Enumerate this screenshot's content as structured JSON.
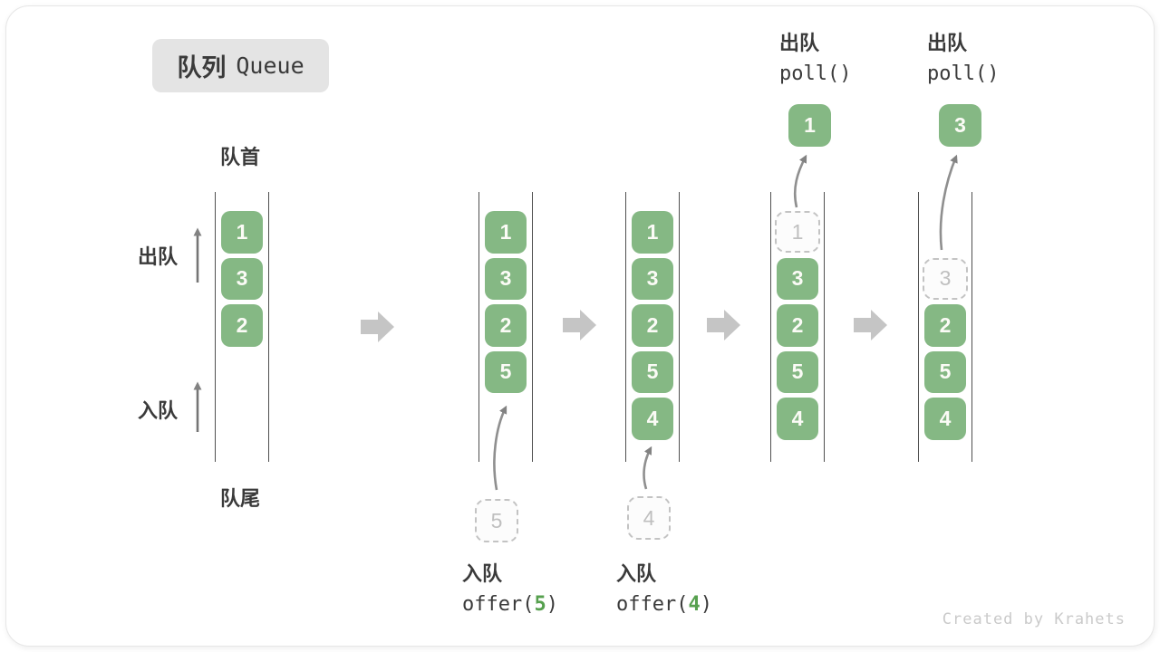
{
  "title": {
    "zh": "队列",
    "en": "Queue"
  },
  "labels": {
    "front": "队首",
    "rear": "队尾",
    "dequeue": "出队",
    "enqueue": "入队"
  },
  "states": [
    {
      "cells": [
        {
          "v": "1"
        },
        {
          "v": "3"
        },
        {
          "v": "2"
        }
      ]
    },
    {
      "cells": [
        {
          "v": "1"
        },
        {
          "v": "3"
        },
        {
          "v": "2"
        },
        {
          "v": "5"
        }
      ],
      "pending": "5"
    },
    {
      "cells": [
        {
          "v": "1"
        },
        {
          "v": "3"
        },
        {
          "v": "2"
        },
        {
          "v": "5"
        },
        {
          "v": "4"
        }
      ],
      "pending": "4"
    },
    {
      "cells": [
        {
          "v": "1",
          "t": "dashed"
        },
        {
          "v": "3"
        },
        {
          "v": "2"
        },
        {
          "v": "5"
        },
        {
          "v": "4"
        }
      ],
      "popped": "1"
    },
    {
      "cells": [
        {
          "t": "empty"
        },
        {
          "v": "3",
          "t": "dashed"
        },
        {
          "v": "2"
        },
        {
          "v": "5"
        },
        {
          "v": "4"
        }
      ],
      "popped": "3"
    }
  ],
  "ops": {
    "enqueue5": {
      "label": "入队",
      "code_pre": "offer(",
      "num": "5",
      "code_post": ")"
    },
    "enqueue4": {
      "label": "入队",
      "code_pre": "offer(",
      "num": "4",
      "code_post": ")"
    },
    "dequeue1": {
      "label": "出队",
      "code": "poll()"
    },
    "dequeue2": {
      "label": "出队",
      "code": "poll()"
    }
  },
  "watermark": "Created by Krahets",
  "colors": {
    "box_green": "#85b884",
    "box_text": "#fbfbf6",
    "rail": "#4f4f4f",
    "dashed_border": "#c3c3c3",
    "dashed_bg": "#fcfcfc",
    "dashed_text": "#bfbfbf",
    "accent_green": "#56a04e",
    "thin_arrow": "#757575",
    "curve_arrow": "#8f8f8f",
    "block_arrow": "#c5c5c5",
    "text_dark": "#3a3a3a",
    "title_bg": "#e4e4e4",
    "watermark": "#cacaca"
  }
}
